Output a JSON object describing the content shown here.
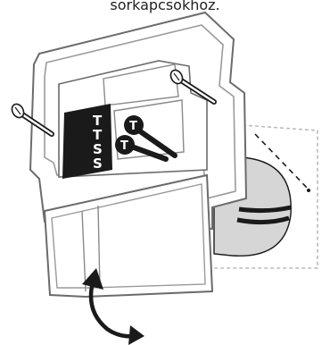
{
  "caption": "sorkapcsokhoz.",
  "terminal_block": {
    "labels": [
      "T",
      "T",
      "S",
      "S"
    ]
  },
  "wire_terminals": [
    "T",
    "T"
  ],
  "colors": {
    "stroke": "#1a1a1a",
    "plate_fill": "#ffffff",
    "terminal_block": "#1a1a1a",
    "round_detail": "#d6d6d6",
    "dashed_outline": "#bbbbbb"
  },
  "icons": [
    "screw-left-icon",
    "screw-right-icon",
    "rotate-arrow-icon"
  ]
}
